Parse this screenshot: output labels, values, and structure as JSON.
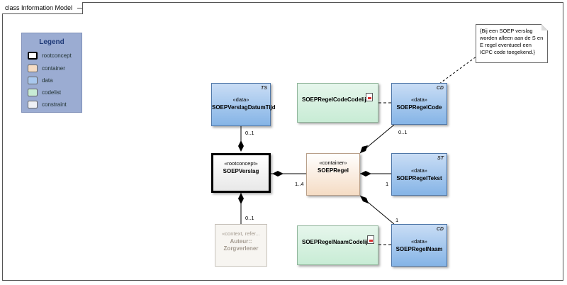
{
  "diagram": {
    "frame_title": "class Information Model"
  },
  "legend": {
    "title": "Legend",
    "items": [
      {
        "label": "rootconcept",
        "color": "#ffffff"
      },
      {
        "label": "container",
        "color": "#f5dcc4"
      },
      {
        "label": "data",
        "color": "#a9c8ee"
      },
      {
        "label": "codelist",
        "color": "#c8ecd5"
      },
      {
        "label": "constraint",
        "color": "#eef0f5"
      }
    ]
  },
  "classes": {
    "verslag_datum_tijd": {
      "stereotype": "«data»",
      "name": "SOEPVerslagDatumTijd",
      "tag": "TS"
    },
    "verslag": {
      "stereotype": "«rootconcept»",
      "name": "SOEPVerslag"
    },
    "auteur": {
      "stereotype": "«context, refer...",
      "name_line1": "Auteur::",
      "name_line2": "Zorgverlener"
    },
    "regel": {
      "stereotype": "«container»",
      "name": "SOEPRegel"
    },
    "regel_code_codelijst": {
      "name": "SOEPRegelCodeCodelijst"
    },
    "regel_code": {
      "stereotype": "«data»",
      "name": "SOEPRegelCode",
      "tag": "CD"
    },
    "regel_tekst": {
      "stereotype": "«data»",
      "name": "SOEPRegelTekst",
      "tag": "ST"
    },
    "regel_naam_codelijst": {
      "name": "SOEPRegelNaamCodelijst"
    },
    "regel_naam": {
      "stereotype": "«data»",
      "name": "SOEPRegelNaam",
      "tag": "CD"
    }
  },
  "note": {
    "text": "{Bij een SOEP verslag worden alleen aan de S en E regel eventueel een ICPC code toegekend.}"
  },
  "multiplicities": {
    "datum_tijd": "0..1",
    "auteur": "0..1",
    "regel": "1..4",
    "regel_code": "0..1",
    "regel_tekst": "1",
    "regel_naam": "1"
  }
}
